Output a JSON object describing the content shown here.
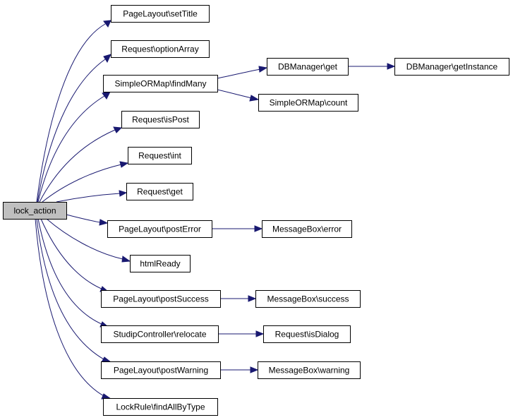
{
  "graph": {
    "nodes": {
      "lock_action": "lock_action",
      "setTitle": "PageLayout\\setTitle",
      "optionArray": "Request\\optionArray",
      "findMany": "SimpleORMap\\findMany",
      "dbGet": "DBManager\\get",
      "getInstance": "DBManager\\getInstance",
      "count": "SimpleORMap\\count",
      "isPost": "Request\\isPost",
      "int": "Request\\int",
      "reqGet": "Request\\get",
      "postError": "PageLayout\\postError",
      "msgError": "MessageBox\\error",
      "htmlReady": "htmlReady",
      "postSuccess": "PageLayout\\postSuccess",
      "msgSuccess": "MessageBox\\success",
      "relocate": "StudipController\\relocate",
      "isDialog": "Request\\isDialog",
      "postWarning": "PageLayout\\postWarning",
      "msgWarning": "MessageBox\\warning",
      "findAllByType": "LockRule\\findAllByType"
    },
    "root": "lock_action",
    "edges": [
      [
        "lock_action",
        "setTitle"
      ],
      [
        "lock_action",
        "optionArray"
      ],
      [
        "lock_action",
        "findMany"
      ],
      [
        "findMany",
        "dbGet"
      ],
      [
        "dbGet",
        "getInstance"
      ],
      [
        "findMany",
        "count"
      ],
      [
        "lock_action",
        "isPost"
      ],
      [
        "lock_action",
        "int"
      ],
      [
        "lock_action",
        "reqGet"
      ],
      [
        "lock_action",
        "postError"
      ],
      [
        "postError",
        "msgError"
      ],
      [
        "lock_action",
        "htmlReady"
      ],
      [
        "lock_action",
        "postSuccess"
      ],
      [
        "postSuccess",
        "msgSuccess"
      ],
      [
        "lock_action",
        "relocate"
      ],
      [
        "relocate",
        "isDialog"
      ],
      [
        "lock_action",
        "postWarning"
      ],
      [
        "postWarning",
        "msgWarning"
      ],
      [
        "lock_action",
        "findAllByType"
      ]
    ],
    "colors": {
      "edge": "#191970",
      "root_fill": "#bfbfbf",
      "node_fill": "#ffffff",
      "node_border": "#000000"
    }
  }
}
